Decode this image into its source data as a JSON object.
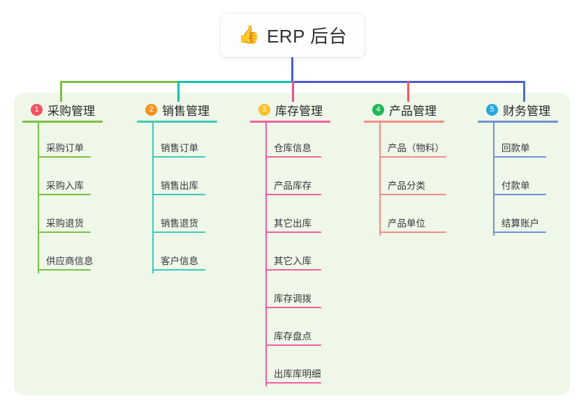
{
  "root": {
    "emoji": "👍",
    "emoji_name": "thumbs-up-emoji",
    "title": "ERP 后台"
  },
  "theme": {
    "panel_bg": "#eef7e8",
    "page_bg": "#ffffff",
    "title_text_color": "#303133",
    "connector_green": "#7ac143",
    "connector_teal": "#13c1ac",
    "connector_blue": "#4a5bd0",
    "drop_green": "#7ac143",
    "drop_teal": "#13c1ac",
    "drop_pink": "#ef4b94",
    "drop_red": "#f4585e",
    "drop_blue": "#4a6fd0"
  },
  "columns": [
    {
      "id": 1,
      "badge": "1",
      "badge_color": "#f5515f",
      "title": "采购管理",
      "accent": "#7ac143",
      "rule_width": 115,
      "item_rule_width": 76,
      "items": [
        "采购订单",
        "采购入库",
        "采购退货",
        "供应商信息"
      ]
    },
    {
      "id": 2,
      "badge": "2",
      "badge_color": "#f5921e",
      "title": "销售管理",
      "accent": "#3ec9bb",
      "rule_width": 115,
      "item_rule_width": 76,
      "items": [
        "销售订单",
        "销售出库",
        "销售退货",
        "客户信息"
      ]
    },
    {
      "id": 3,
      "badge": "3",
      "badge_color": "#fbc02d",
      "title": "库存管理",
      "accent": "#ef5fa0",
      "rule_width": 115,
      "item_rule_width": 80,
      "items": [
        "仓库信息",
        "产品库存",
        "其它出库",
        "其它入库",
        "库存调拨",
        "库存盘点",
        "出库库明细"
      ]
    },
    {
      "id": 4,
      "badge": "4",
      "badge_color": "#1eb954",
      "title": "产品管理",
      "accent": "#f58a86",
      "rule_width": 115,
      "item_rule_width": 96,
      "items": [
        "产品（物料）",
        "产品分类",
        "产品单位"
      ]
    },
    {
      "id": 5,
      "badge": "5",
      "badge_color": "#29a8e0",
      "title": "财务管理",
      "accent": "#6f8fd6",
      "rule_width": 115,
      "item_rule_width": 76,
      "items": [
        "回款单",
        "付款单",
        "结算账户"
      ]
    }
  ]
}
